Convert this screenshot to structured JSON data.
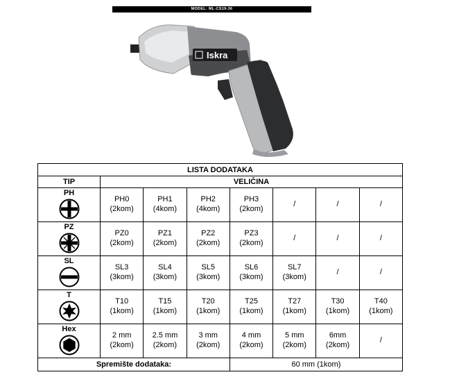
{
  "header": {
    "model": "MODEL: ML-CS19-36"
  },
  "product": {
    "brand": "Iskra"
  },
  "table": {
    "title": "LISTA DODATAKA",
    "col_tip": "TIP",
    "col_size": "VELIČINA",
    "rows": [
      {
        "tip": "PH",
        "icon": "phillips-icon",
        "cells": [
          [
            "PH0",
            "(2kom)"
          ],
          [
            "PH1",
            "(4kom)"
          ],
          [
            "PH2",
            "(4kom)"
          ],
          [
            "PH3",
            "(2kom)"
          ],
          [
            "/",
            ""
          ],
          [
            "/",
            ""
          ],
          [
            "/",
            ""
          ]
        ]
      },
      {
        "tip": "PZ",
        "icon": "pozidriv-icon",
        "cells": [
          [
            "PZ0",
            "(2kom)"
          ],
          [
            "PZ1",
            "(2kom)"
          ],
          [
            "PZ2",
            "(2kom)"
          ],
          [
            "PZ3",
            "(2kom)"
          ],
          [
            "/",
            ""
          ],
          [
            "/",
            ""
          ],
          [
            "/",
            ""
          ]
        ]
      },
      {
        "tip": "SL",
        "icon": "slotted-icon",
        "cells": [
          [
            "SL3",
            "(3kom)"
          ],
          [
            "SL4",
            "(3kom)"
          ],
          [
            "SL5",
            "(3kom)"
          ],
          [
            "SL6",
            "(3kom)"
          ],
          [
            "SL7",
            "(3kom)"
          ],
          [
            "/",
            ""
          ],
          [
            "/",
            ""
          ]
        ]
      },
      {
        "tip": "T",
        "icon": "torx-icon",
        "cells": [
          [
            "T10",
            "(1kom)"
          ],
          [
            "T15",
            "(1kom)"
          ],
          [
            "T20",
            "(1kom)"
          ],
          [
            "T25",
            "(1kom)"
          ],
          [
            "T27",
            "(1kom)"
          ],
          [
            "T30",
            "(1kom)"
          ],
          [
            "T40",
            "(1kom)"
          ]
        ]
      },
      {
        "tip": "Hex",
        "icon": "hex-icon",
        "cells": [
          [
            "2 mm",
            "(2kom)"
          ],
          [
            "2.5 mm",
            "(2kom)"
          ],
          [
            "3 mm",
            "(2kom)"
          ],
          [
            "4 mm",
            "(2kom)"
          ],
          [
            "5 mm",
            "(2kom)"
          ],
          [
            "6mm",
            "(2kom)"
          ],
          [
            "/",
            ""
          ]
        ]
      }
    ],
    "storage_label": "Spremište dodataka:",
    "storage_value": "60 mm (1kom)"
  }
}
